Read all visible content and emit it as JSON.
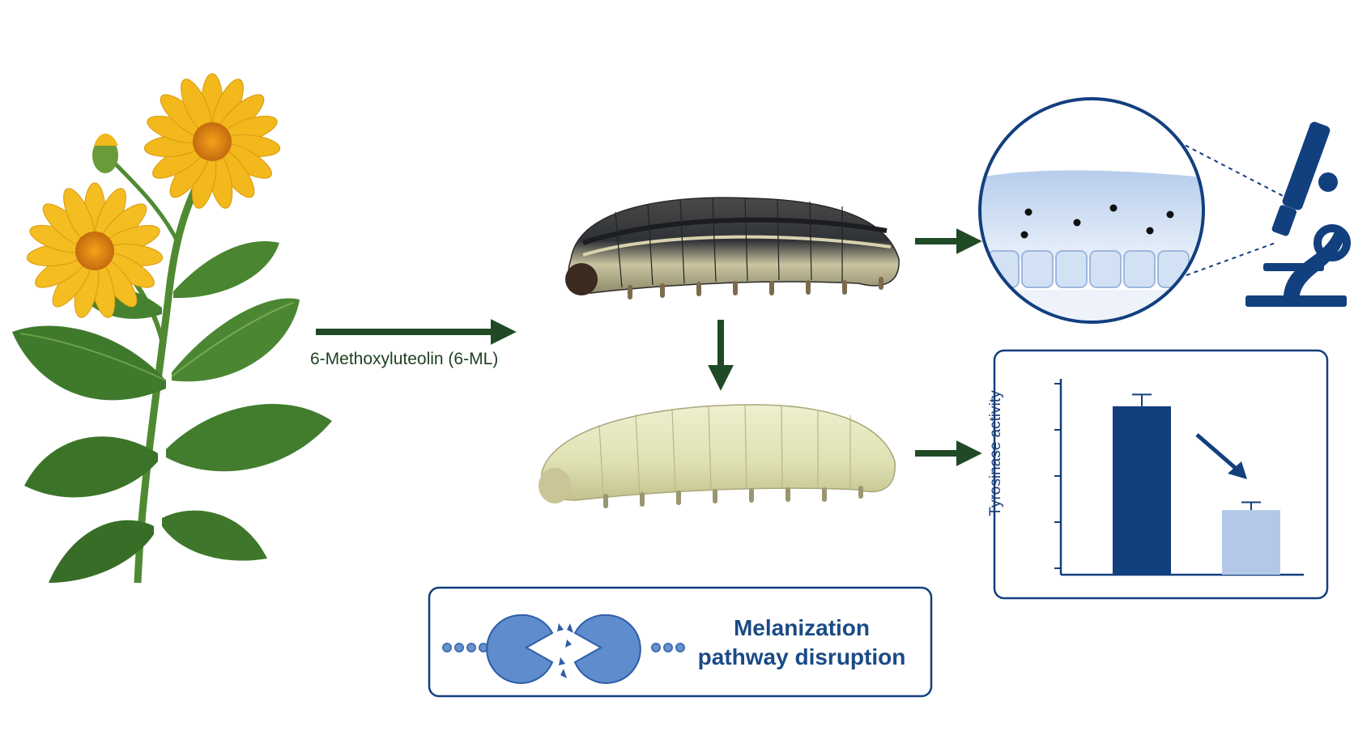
{
  "treatment_label": "6-Methoxyluteolin (6-ML)",
  "pathway_panel": {
    "line1": "Melanization",
    "line2": "pathway disruption"
  },
  "chart_data": {
    "type": "bar",
    "categories": [
      "",
      ""
    ],
    "values": [
      0.86,
      0.33
    ],
    "errors": [
      0.06,
      0.04
    ],
    "ylabel": "Tyrosinase activity",
    "ylim": [
      0,
      1
    ],
    "colors": [
      "#123f7e",
      "#b3c8e8"
    ],
    "trend": "decrease"
  },
  "colors": {
    "arrow_green": "#1f4a25",
    "navy": "#123f7e",
    "light_blue": "#b3c8e8",
    "petal": "#f2b81c",
    "leaf": "#3f7a2c"
  }
}
